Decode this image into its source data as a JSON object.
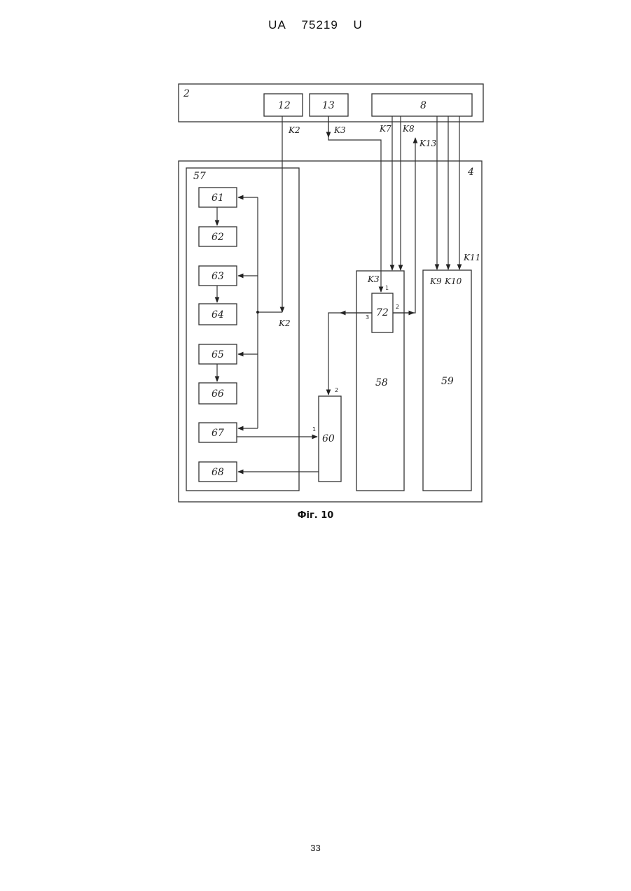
{
  "header": {
    "office": "UA",
    "number": "75219",
    "kind": "U"
  },
  "figure": {
    "caption": "Фіг. 10",
    "containers": {
      "c2": "2",
      "c4": "4",
      "c57": "57"
    },
    "blocks": {
      "b12": "12",
      "b13": "13",
      "b8": "8",
      "b61": "61",
      "b62": "62",
      "b63": "63",
      "b64": "64",
      "b65": "65",
      "b66": "66",
      "b67": "67",
      "b68": "68",
      "b72": "72",
      "b58": "58",
      "b59": "59",
      "b60": "60"
    },
    "signals": {
      "k2_top": "K2",
      "k3_top": "K3",
      "k7": "K7",
      "k8": "K8",
      "k13": "K13",
      "k11": "K11",
      "k9": "K9",
      "k10": "K10",
      "k3_in": "K3",
      "k2_mid": "K2"
    },
    "pins": {
      "p72_1": "1",
      "p72_2": "2",
      "p72_3": "3",
      "p60_1": "1",
      "p60_2": "2"
    }
  },
  "page": {
    "number": "33"
  }
}
